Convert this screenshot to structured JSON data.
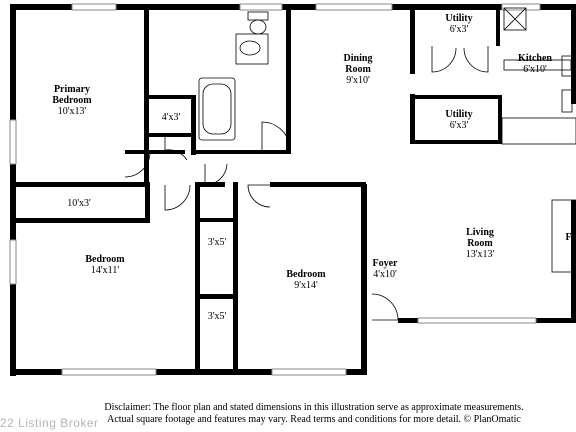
{
  "rooms": {
    "primary_bedroom": {
      "name_line1": "Primary",
      "name_line2": "Bedroom",
      "dim": "10'x13'"
    },
    "closet_primary": {
      "dim": "10'x3'"
    },
    "bath_closet": {
      "dim": "4'x3'"
    },
    "dining_room": {
      "name_line1": "Dining",
      "name_line2": "Room",
      "dim": "9'x10'"
    },
    "utility_top": {
      "name": "Utility",
      "dim": "6'x3'"
    },
    "utility_bottom": {
      "name": "Utility",
      "dim": "6'x3'"
    },
    "kitchen": {
      "name": "Kitchen",
      "dim": "6'x10'"
    },
    "bedroom_left": {
      "name": "Bedroom",
      "dim": "14'x11'"
    },
    "closet_a": {
      "dim": "3'x5'"
    },
    "closet_b": {
      "dim": "3'x5'"
    },
    "bedroom_center": {
      "name": "Bedroom",
      "dim": "9'x14'"
    },
    "foyer": {
      "name": "Foyer",
      "dim": "4'x10'"
    },
    "living_room": {
      "name_line1": "Living",
      "name_line2": "Room",
      "dim": "13'x13'"
    },
    "edge_label": {
      "text": "Fl"
    }
  },
  "disclaimer": {
    "line1": "Disclaimer: The floor plan and stated dimensions in this illustration serve as approximate measurements.",
    "line2": "Actual square footage and features may vary. Read terms and conditions for more detail. © PlanOmatic"
  },
  "watermark": "22 Listing Broker"
}
